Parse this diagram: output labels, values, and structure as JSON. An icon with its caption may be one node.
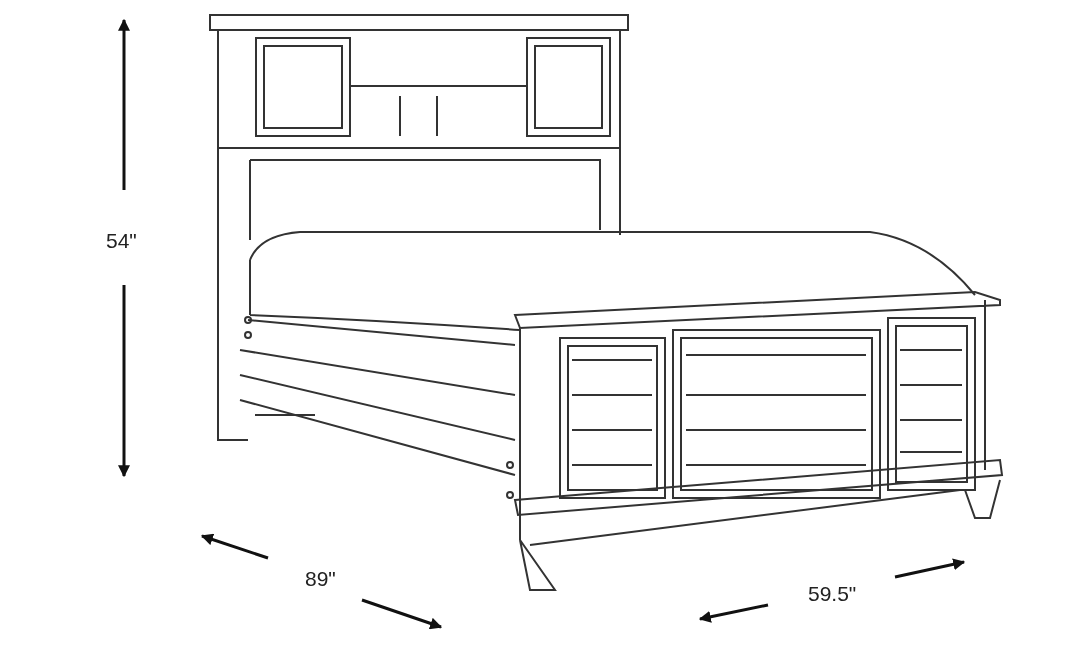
{
  "diagram": {
    "labels": [
      "54\"",
      "89\"",
      "59.5\""
    ]
  }
}
